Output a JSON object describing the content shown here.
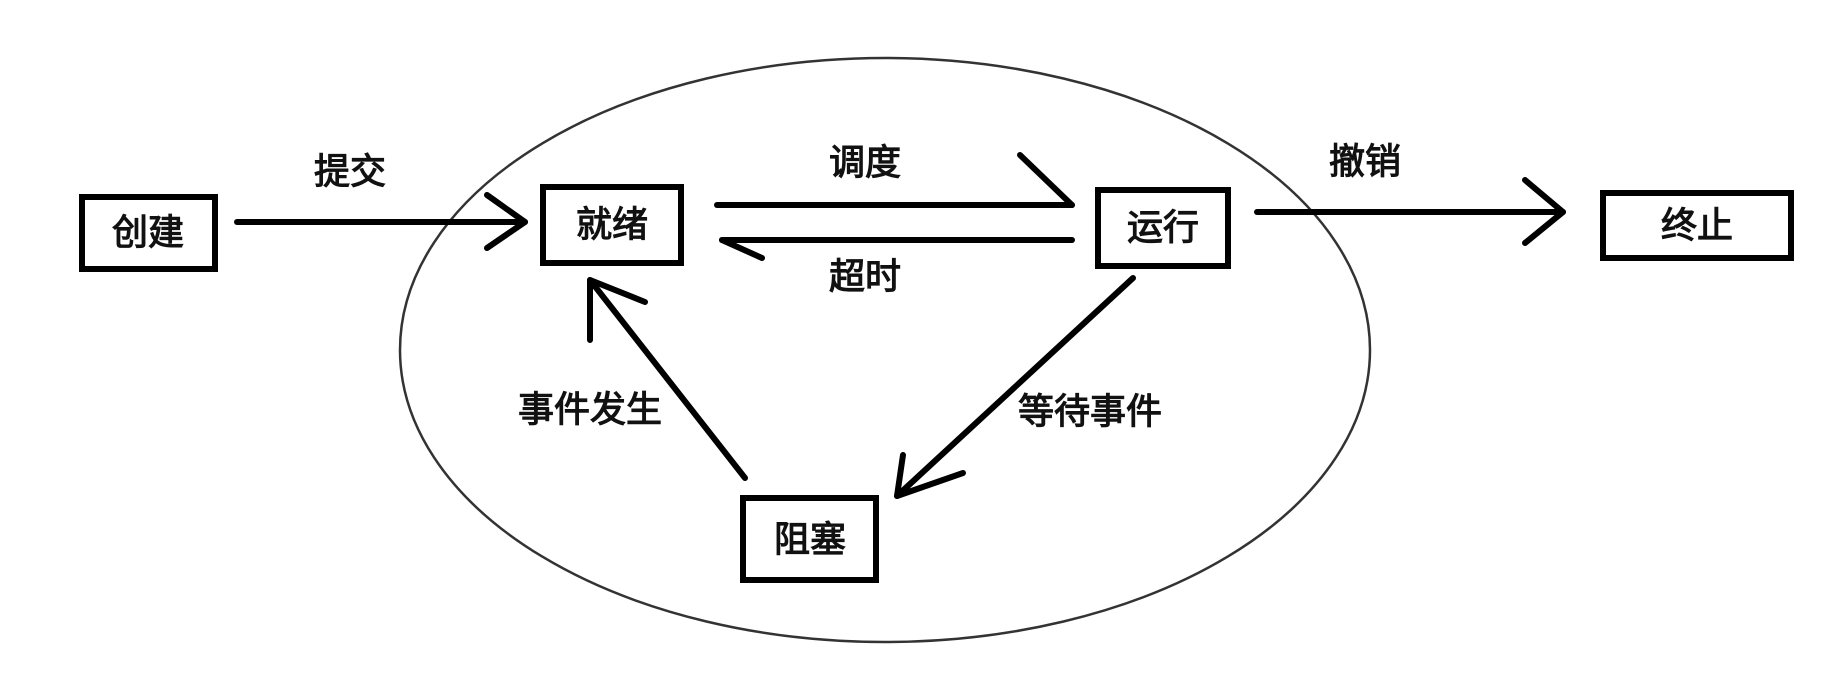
{
  "colors": {
    "stroke": "#000000",
    "text": "#111111",
    "ellipse": "#333333",
    "background": "#ffffff"
  },
  "nodes": {
    "create": "创建",
    "ready": "就绪",
    "running": "运行",
    "terminate": "终止",
    "blocked": "阻塞"
  },
  "edges": {
    "submit": "提交",
    "dispatch": "调度",
    "timeout": "超时",
    "revoke": "撤销",
    "wait_event": "等待事件",
    "event_occurs": "事件发生"
  }
}
